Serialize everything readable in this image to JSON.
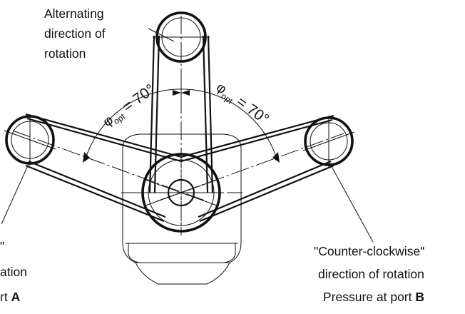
{
  "labels": {
    "top_line1": "Alternating",
    "top_line2": "direction of",
    "top_line3": "rotation",
    "left_line1": "\"",
    "left_line2": "ation",
    "left_port_prefix": "rt ",
    "left_port_letter": "A",
    "right_line1": "\"Counter-clockwise\"",
    "right_line2": "direction of rotation",
    "right_port_prefix": "Pressure at port ",
    "right_port_letter": "B"
  },
  "angles": {
    "symbol": "φ",
    "subscript": "opt",
    "left_value": " = 70°",
    "right_value": " = 70°",
    "left_angle_deg": 70,
    "right_angle_deg": 70
  },
  "colors": {
    "stroke": "#111111",
    "background": "#ffffff"
  }
}
